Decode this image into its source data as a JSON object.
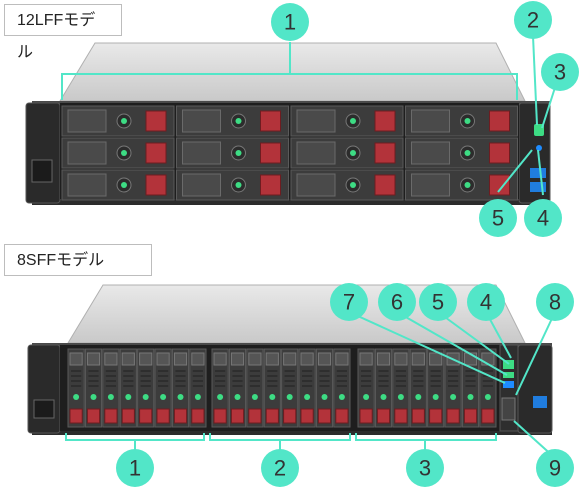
{
  "models": [
    {
      "label": "12LFFモデル"
    },
    {
      "label": "8SFFモデル"
    }
  ],
  "callouts_lff": [
    "1",
    "2",
    "3",
    "5",
    "4"
  ],
  "callouts_sff": [
    "7",
    "6",
    "5",
    "4",
    "8",
    "1",
    "2",
    "3",
    "9"
  ],
  "colors": {
    "callout_fill": "#52e6c8",
    "bracket": "#52e6c8",
    "server_body": "#3a3a3a",
    "bay_red": "#b3333a",
    "led_green": "#3ddc84",
    "led_blue": "#1e8cff",
    "top_cover": "#d8d8d8"
  }
}
